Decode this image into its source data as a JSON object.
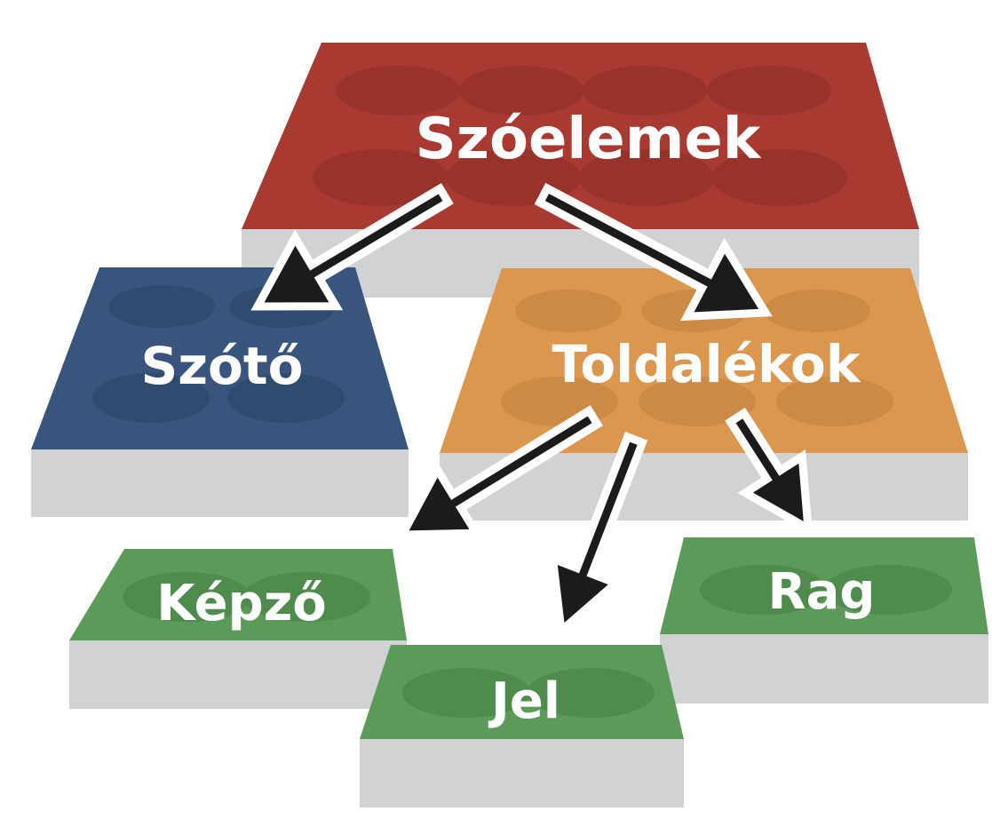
{
  "diagram": {
    "root": {
      "label": "Szóelemek",
      "color": "#a83a31"
    },
    "stem": {
      "label": "Szótő",
      "color": "#3a557d"
    },
    "affixes": {
      "label": "Toldalékok",
      "color": "#dc974f"
    },
    "derivational": {
      "label": "Képző",
      "color": "#5c9a59"
    },
    "marker": {
      "label": "Jel",
      "color": "#5c9a59"
    },
    "inflection": {
      "label": "Rag",
      "color": "#5c9a59"
    },
    "edges": [
      {
        "from": "Szóelemek",
        "to": "Szótő"
      },
      {
        "from": "Szóelemek",
        "to": "Toldalékok"
      },
      {
        "from": "Toldalékok",
        "to": "Képző"
      },
      {
        "from": "Toldalékok",
        "to": "Jel"
      },
      {
        "from": "Toldalékok",
        "to": "Rag"
      }
    ],
    "side_color": "#d1d2d4"
  }
}
